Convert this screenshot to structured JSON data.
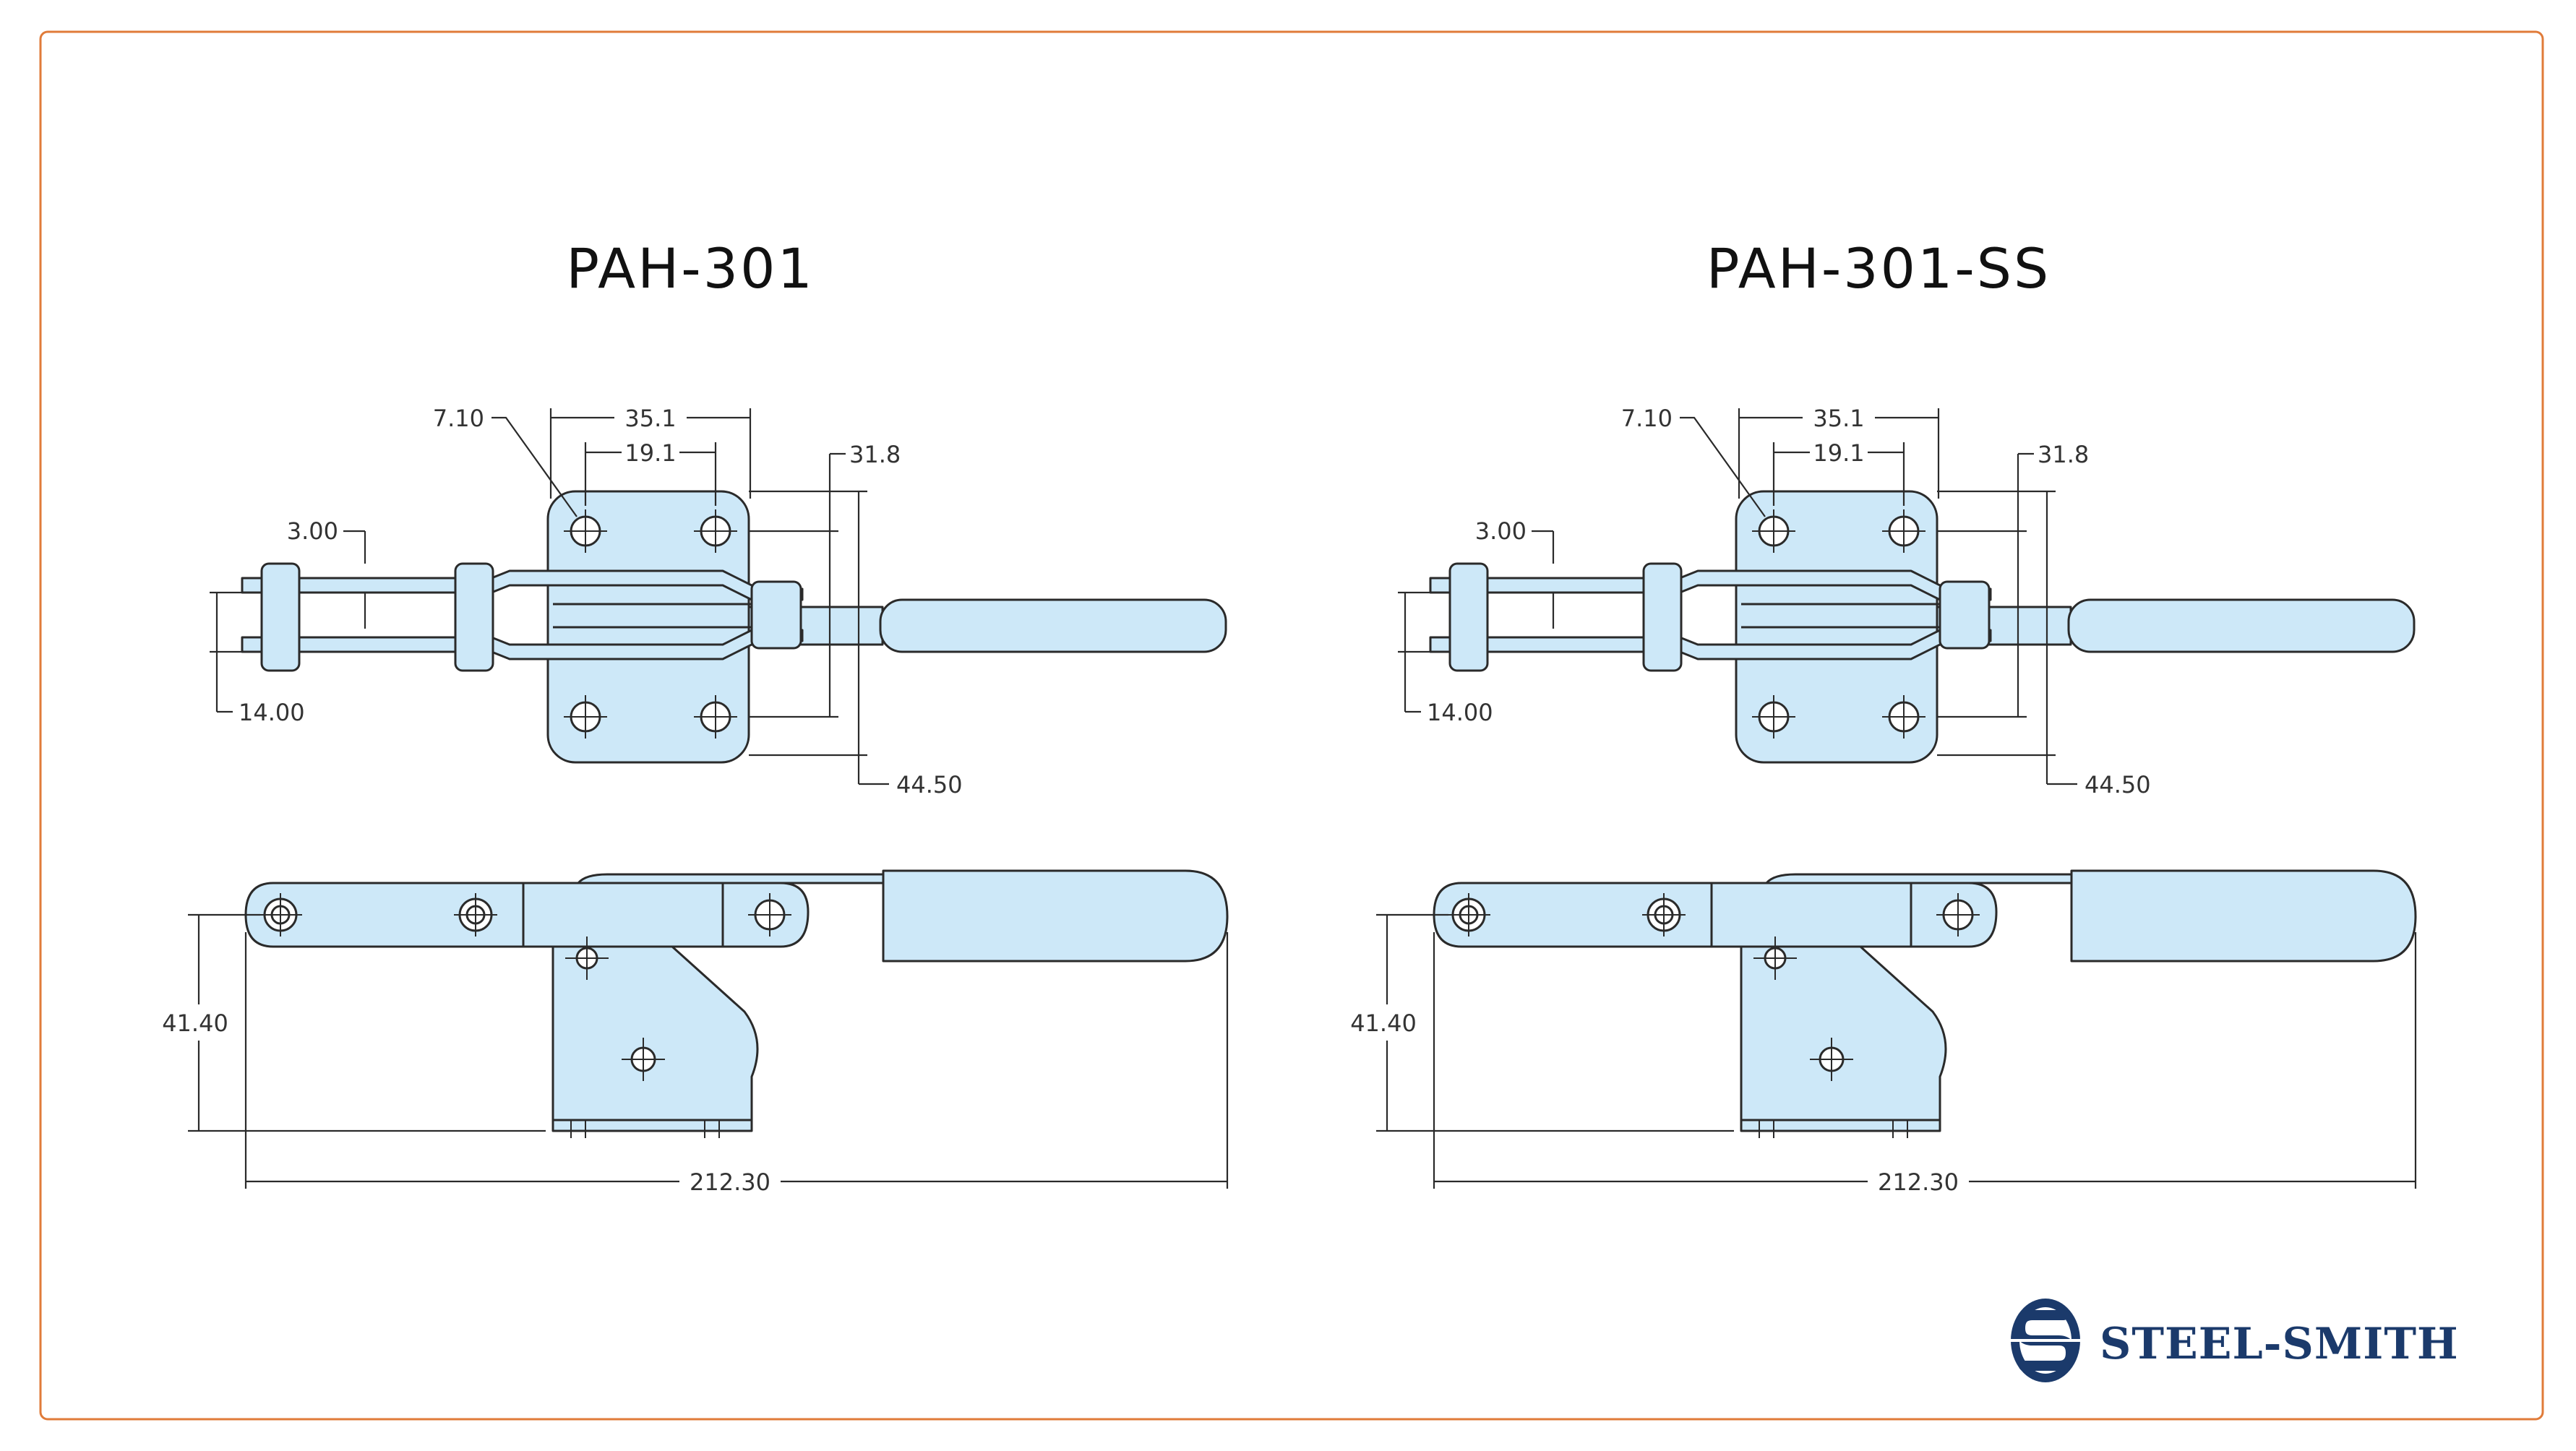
{
  "colors": {
    "border": "#e07b39",
    "part_fill": "#cde8f8",
    "line": "#2a2a2a",
    "brand": "#1b3a6b"
  },
  "drawings": [
    {
      "title": "PAH-301",
      "dims": {
        "hole_dia": "7.10",
        "width_outer": "35.1",
        "width_inner": "19.1",
        "height_inner": "31.8",
        "height_outer": "44.50",
        "slot": "3.00",
        "bar": "14.00",
        "side_height": "41.40",
        "length": "212.30"
      }
    },
    {
      "title": "PAH-301-SS",
      "dims": {
        "hole_dia": "7.10",
        "width_outer": "35.1",
        "width_inner": "19.1",
        "height_inner": "31.8",
        "height_outer": "44.50",
        "slot": "3.00",
        "bar": "14.00",
        "side_height": "41.40",
        "length": "212.30"
      }
    }
  ],
  "logo": {
    "text": "STEEL-SMITH",
    "icon": "steel-smith-s-emblem-icon"
  }
}
